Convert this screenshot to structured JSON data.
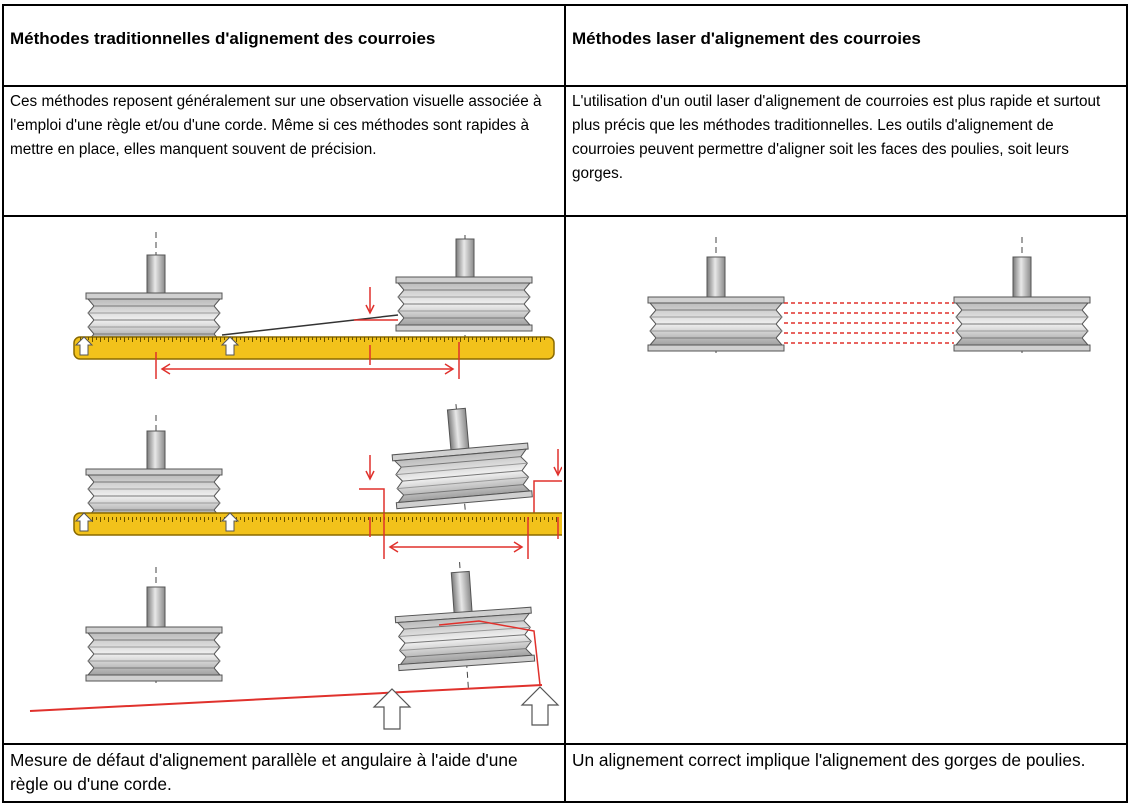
{
  "table": {
    "left_header": "Méthodes traditionnelles d'alignement des courroies",
    "right_header": "Méthodes laser d'alignement des courroies",
    "left_description": "Ces méthodes reposent généralement sur une observation visuelle associée à l'emploi d'une règle et/ou d'une corde. Même si ces méthodes sont rapides à mettre en place, elles manquent souvent de précision.",
    "right_description": "L'utilisation d'un outil laser d'alignement de courroies est plus rapide et surtout plus précis que les méthodes traditionnelles. Les outils d'alignement de courroies peuvent permettre d'aligner soit les faces des poulies, soit leurs gorges.",
    "left_caption": "Mesure de défaut d'alignement parallèle et angulaire à l'aide d'une règle ou d'une corde.",
    "right_caption": "Un alignement correct implique l'alignement des gorges de poulies."
  },
  "colors": {
    "pulley_gray": "#9a9a9a",
    "ruler_yellow": "#f2c21b",
    "measure_red": "#e0312c",
    "border": "#000000"
  }
}
